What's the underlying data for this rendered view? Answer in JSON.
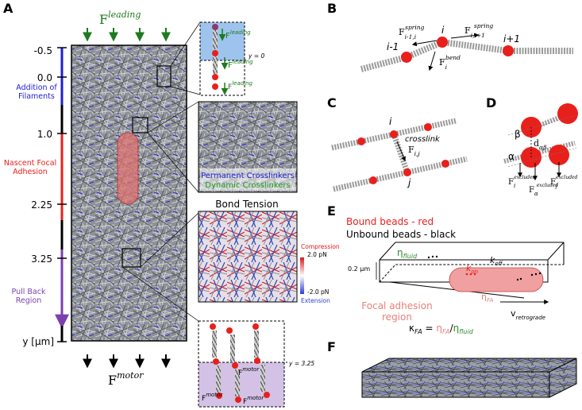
{
  "panels": {
    "A": "A",
    "B": "B",
    "C": "C",
    "D": "D",
    "E": "E",
    "F": "F"
  },
  "panelA": {
    "f_leading": {
      "base": "F",
      "sup": "leading"
    },
    "f_motor": {
      "base": "F",
      "sup": "motor"
    },
    "y_ticks": [
      "-0.5",
      "0.0",
      "1.0",
      "2.25",
      "3.25"
    ],
    "y_unit": "y [μm]",
    "region_add": [
      "Addition of",
      "Filaments"
    ],
    "region_nascent": [
      "Nascent Focal",
      "Adhesion"
    ],
    "region_pull": [
      "Pull Back",
      "Region"
    ],
    "inset_top": {
      "f_label": "F",
      "f_sup": "leading",
      "y_label": "y = 0"
    },
    "inset_mid": {
      "permanent": "Permanent Crosslinkers",
      "dynamic": "Dynamic Crosslinkers"
    },
    "bond_tension": {
      "title": "Bond Tension",
      "compression": "Compression",
      "c_val": "2.0 pN",
      "e_val": "-2.0 pN",
      "extension": "Extension"
    },
    "inset_bottom": {
      "y_label": "y = 3.25",
      "f_label": "F",
      "f_sup": "motor"
    }
  },
  "panelB": {
    "labels": {
      "im1": "i-1",
      "i": "i",
      "ip1": "i+1"
    },
    "f_left": {
      "base": "F",
      "sub": "i-1,i",
      "sup": "spring"
    },
    "f_right": {
      "base": "F",
      "sub": "i,i+1",
      "sup": "spring"
    },
    "f_bend": {
      "base": "F",
      "sub": "i",
      "sup": "bend"
    }
  },
  "panelC": {
    "i": "i",
    "j": "j",
    "crosslink": "crosslink",
    "f": {
      "base": "F",
      "sub": "i,j"
    }
  },
  "panelD": {
    "beta": "β",
    "alpha": "α",
    "d": {
      "base": "d",
      "sub": "αβ"
    },
    "fi": {
      "base": "F",
      "sub": "i",
      "sup": "excluded"
    },
    "fa": {
      "base": "F",
      "sub": "α",
      "sup": "excluded"
    },
    "fj": {
      "base": "F",
      "sub": "j",
      "sup": "excluded"
    }
  },
  "panelE": {
    "bound": "Bound beads - red",
    "unbound": "Unbound beads - black",
    "eta_fluid": {
      "base": "η",
      "sub": "fluid"
    },
    "k_on": {
      "base": "k",
      "sub": "on"
    },
    "k_off": {
      "base": "k",
      "sub": "off"
    },
    "eta_fa": {
      "base": "η",
      "sub": "FA"
    },
    "thickness": "0.2 μm",
    "region": [
      "Focal adhesion",
      "region"
    ],
    "v": {
      "base": "v",
      "sub": "retrograde"
    },
    "kappa": {
      "lhs": "κ",
      "lhs_sub": "FA",
      "eq": " = ",
      "num": "η",
      "num_sub": "FA",
      "slash": "/",
      "den": "η",
      "den_sub": "fluid"
    }
  },
  "colors": {
    "green": "#2e8b2e",
    "blue": "#1f1fcf",
    "red": "#e8201c",
    "purple": "#7b3fb0",
    "pink": "#f0a0a0",
    "bead": "#e8201c"
  }
}
